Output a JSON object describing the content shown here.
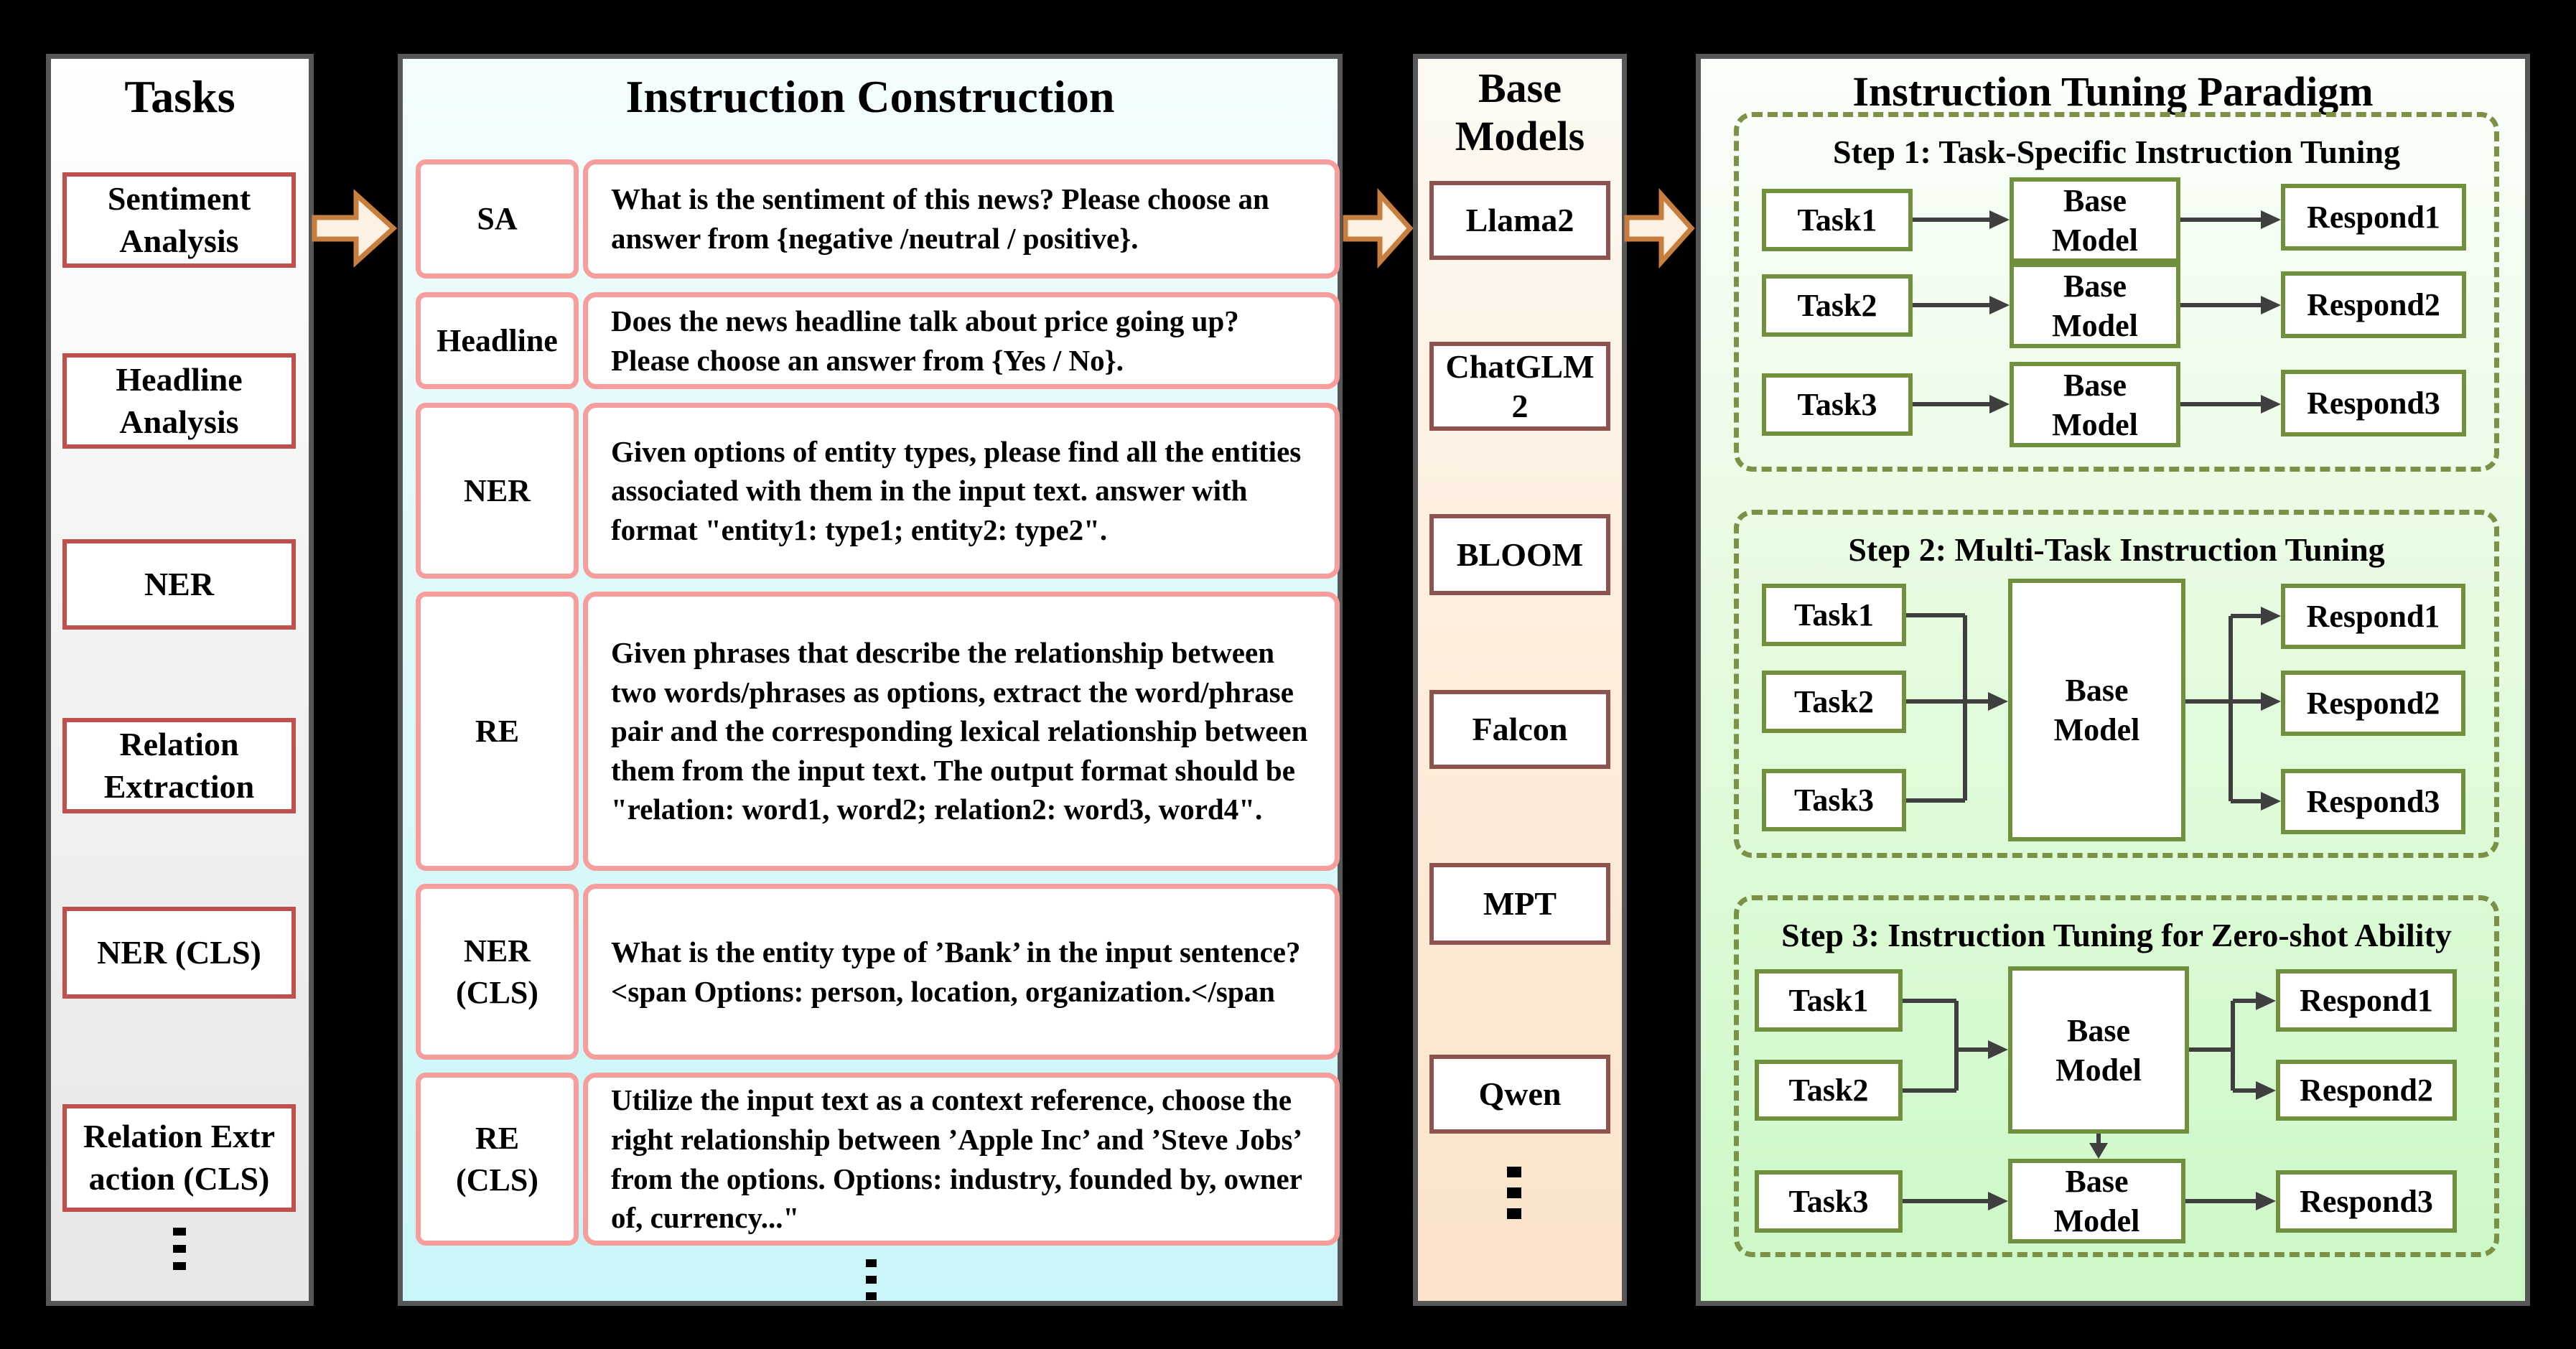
{
  "tasks_panel": {
    "title": "Tasks",
    "items": [
      "Sentiment\nAnalysis",
      "Headline\nAnalysis",
      "NER",
      "Relation\nExtraction",
      "NER (CLS)",
      "Relation Extr\naction (CLS)"
    ]
  },
  "instruction_panel": {
    "title": "Instruction Construction",
    "rows": [
      {
        "label": "SA",
        "instruction": "What is the sentiment of this news? Please choose an answer from {negative /neutral / positive}."
      },
      {
        "label": "Headline",
        "instruction": "Does the news headline talk about price going up? Please choose an answer from {Yes / No}."
      },
      {
        "label": "NER",
        "instruction": "Given options of entity types, please find all the entities associated with them in the input text. answer with format \"entity1: type1; entity2: type2\"."
      },
      {
        "label": "RE",
        "instruction": "Given phrases that describe the relationship between two words/phrases as options, extract the word/phrase pair and the corresponding lexical relationship between them from the input text. The output format should be \"relation: word1, word2; relation2: word3, word4\"."
      },
      {
        "label": "NER\n(CLS)",
        "instruction": "What is the entity type of ’Bank’ in the input sentence?<span Options: person, location, organization.</span"
      },
      {
        "label": "RE\n(CLS)",
        "instruction": "Utilize the input text as a context reference, choose the right relationship between ’Apple Inc’ and ’Steve Jobs’ from the options. Options: industry, founded by, owner of, currency...\""
      }
    ]
  },
  "base_models_panel": {
    "title": "Base\nModels",
    "items": [
      "Llama2",
      "ChatGLM\n2",
      "BLOOM",
      "Falcon",
      "MPT",
      "Qwen"
    ]
  },
  "paradigm_panel": {
    "title": "Instruction Tuning Paradigm",
    "steps": [
      {
        "title": "Step 1: Task-Specific Instruction Tuning",
        "tasks": [
          "Task1",
          "Task2",
          "Task3"
        ],
        "models": [
          "Base\nModel",
          "Base\nModel",
          "Base\nModel"
        ],
        "responds": [
          "Respond1",
          "Respond2",
          "Respond3"
        ]
      },
      {
        "title": "Step 2: Multi-Task Instruction Tuning",
        "tasks": [
          "Task1",
          "Task2",
          "Task3"
        ],
        "models": [
          "Base\nModel"
        ],
        "responds": [
          "Respond1",
          "Respond2",
          "Respond3"
        ]
      },
      {
        "title": "Step 3: Instruction Tuning for Zero-shot Ability",
        "tasks": [
          "Task1",
          "Task2",
          "Task3"
        ],
        "models": [
          "Base\nModel",
          "Base\nModel"
        ],
        "responds": [
          "Respond1",
          "Respond2",
          "Respond3"
        ]
      }
    ]
  },
  "colors": {
    "background": "#000000",
    "panel_border": "#575757",
    "task_box_border": "#c0504d",
    "instruction_box_border": "#f79d9b",
    "base_model_box_border": "#8e534f",
    "step_solid_border": "#70903e",
    "step_dashed_border": "#7a9146",
    "flow_arrow_fill": "#fdf1e3",
    "flow_arrow_stroke": "#c87e3e",
    "connector": "#3f3f3f",
    "tasks_panel_bg": "#e7e7e7",
    "instruction_panel_bg": "#c9f6f8",
    "base_models_panel_bg": "#fbe3c9",
    "paradigm_panel_bg": "#ccf8c7"
  }
}
